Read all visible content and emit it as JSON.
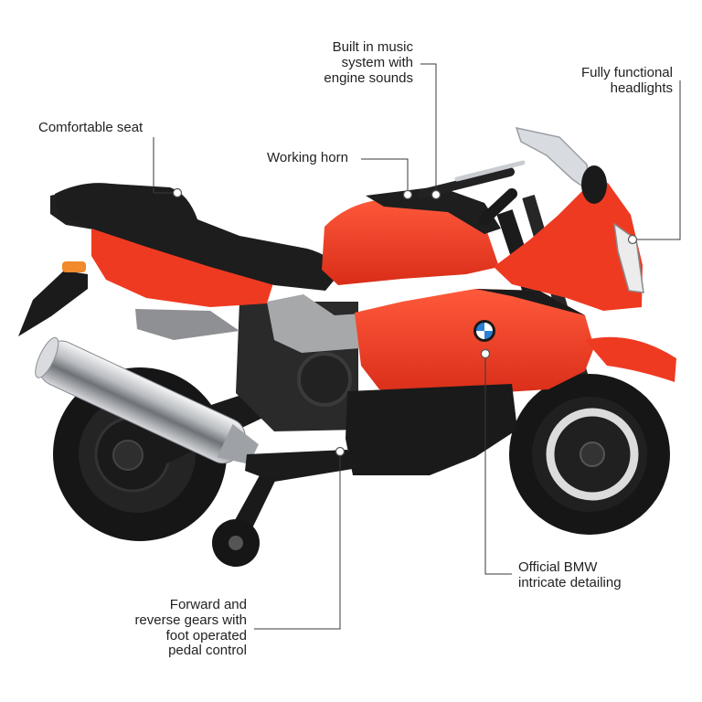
{
  "callouts": {
    "music_system": {
      "lines": [
        "Built in music",
        "system with",
        "engine sounds"
      ]
    },
    "headlights": {
      "lines": [
        "Fully functional",
        "headlights"
      ]
    },
    "seat": {
      "lines": [
        "Comfortable seat"
      ]
    },
    "horn": {
      "lines": [
        "Working horn"
      ]
    },
    "bmw_detailing": {
      "lines": [
        "Official BMW",
        "intricate detailing"
      ]
    },
    "pedal_control": {
      "lines": [
        "Forward and",
        "reverse gears with",
        "foot operated",
        "pedal control"
      ]
    }
  },
  "colors": {
    "body_red": "#ef3a22",
    "body_red_dark": "#c92a17",
    "seat_black": "#1d1d1d",
    "tire_black": "#161616",
    "engine_gray": "#a7a8aa",
    "chrome": "#c9ccd0",
    "bmw_blue": "#2b7fd4",
    "callout_line": "#3a3a3a"
  }
}
